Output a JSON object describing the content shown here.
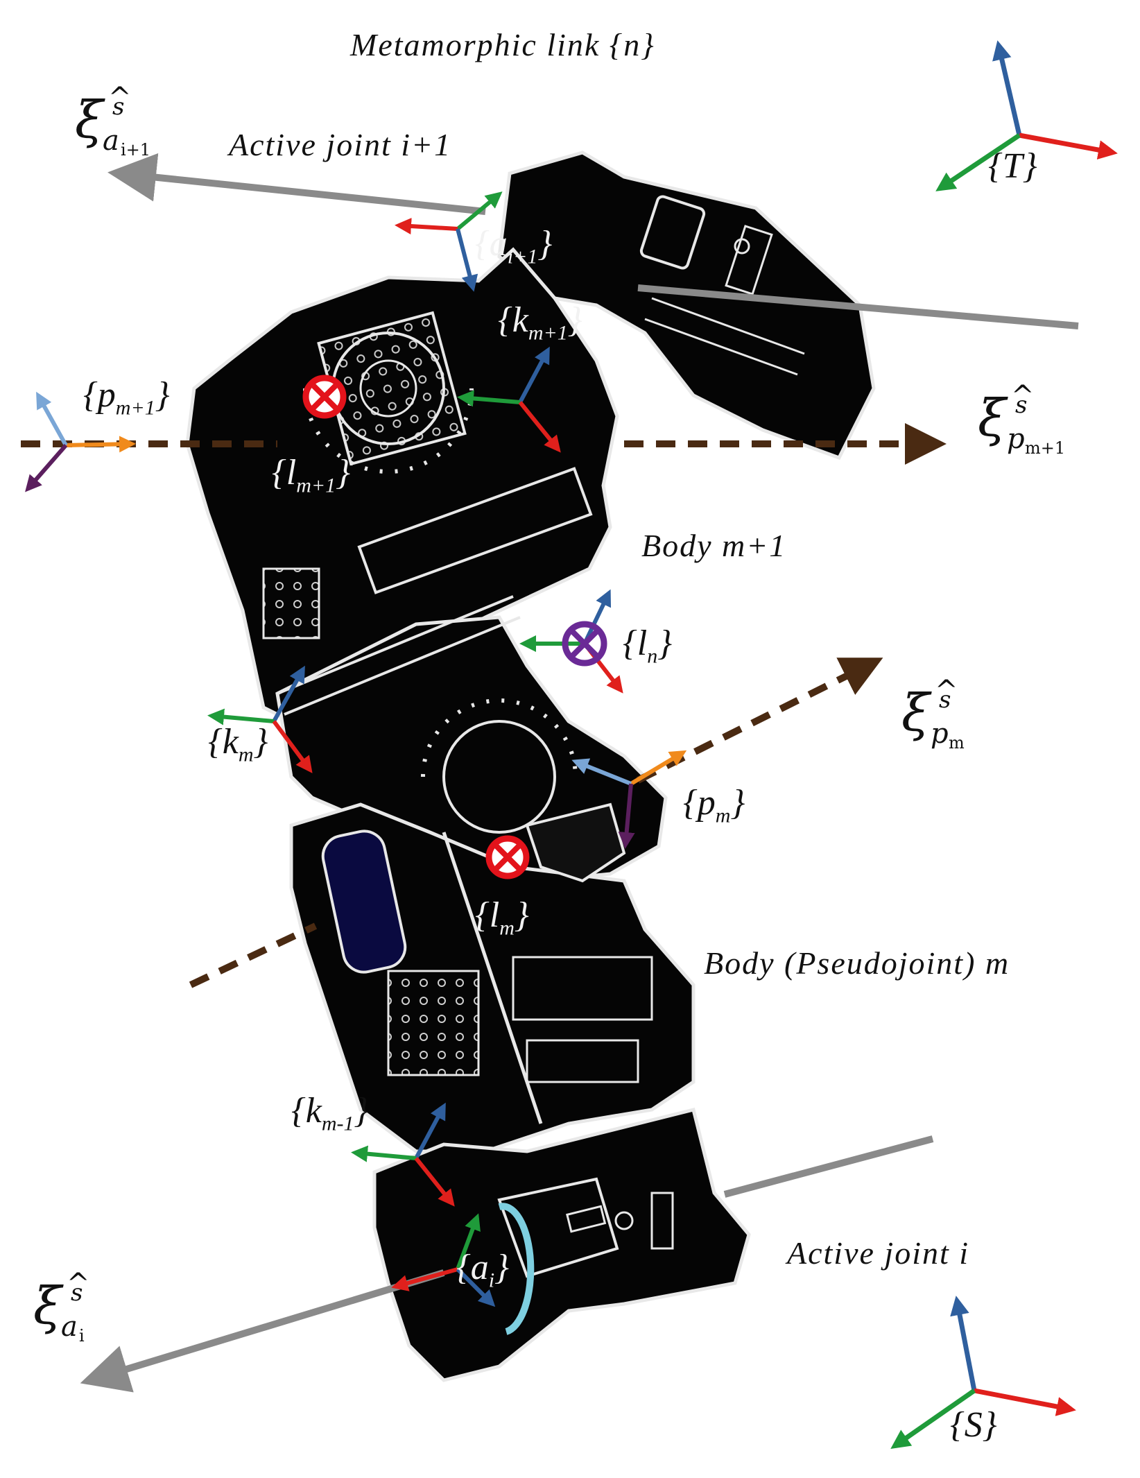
{
  "captions": {
    "title": "Metamorphic link {n}",
    "active_joint_upper": "Active joint i+1",
    "body_upper": "Body m+1",
    "body_lower": "Body (Pseudojoint) m",
    "active_joint_lower": "Active joint i"
  },
  "frames": {
    "tool": "{T}",
    "space": "{S}",
    "a_upper": {
      "open": "{a",
      "sub": "i+1",
      "close": "}"
    },
    "k_upper": {
      "open": "{k",
      "sub": "m+1",
      "close": "}"
    },
    "p_upper": {
      "open": "{p",
      "sub": "m+1",
      "close": "}"
    },
    "l_upper": {
      "open": "{l",
      "sub": "m+1",
      "close": "}"
    },
    "l_n": {
      "open": "{l",
      "sub": "n",
      "close": "}"
    },
    "k_m": {
      "open": "{k",
      "sub": "m",
      "close": "}"
    },
    "p_m": {
      "open": "{p",
      "sub": "m",
      "close": "}"
    },
    "l_m": {
      "open": "{l",
      "sub": "m",
      "close": "}"
    },
    "k_lower": {
      "open": "{k",
      "sub": "m-1",
      "close": "}"
    },
    "a_lower": {
      "open": "{a",
      "sub": "i",
      "close": "}"
    }
  },
  "twists": {
    "a_upper": {
      "symbol": "ξ",
      "sup": "s",
      "sub": "a",
      "subsub": "i+1"
    },
    "p_upper": {
      "symbol": "ξ",
      "sup": "s",
      "sub": "p",
      "subsub": "m+1"
    },
    "p_m": {
      "symbol": "ξ",
      "sup": "s",
      "sub": "p",
      "subsub": "m"
    },
    "a_lower": {
      "symbol": "ξ",
      "sup": "s",
      "sub": "a",
      "subsub": "i"
    }
  },
  "colors": {
    "axis_x": "#e0201c",
    "axis_y": "#1f9b3a",
    "axis_z": "#2f5f9e",
    "axis_light_blue": "#7aa6d6",
    "axis_orange": "#f08a1c",
    "axis_purple": "#5b1f5e",
    "joint_axis": "#8a8a8a",
    "pseudo_axis": "#4a2a12",
    "com_red": "#e3131b",
    "com_purple": "#6a2a96",
    "robot_body": "#050505",
    "robot_edge": "#e8e8e8"
  }
}
